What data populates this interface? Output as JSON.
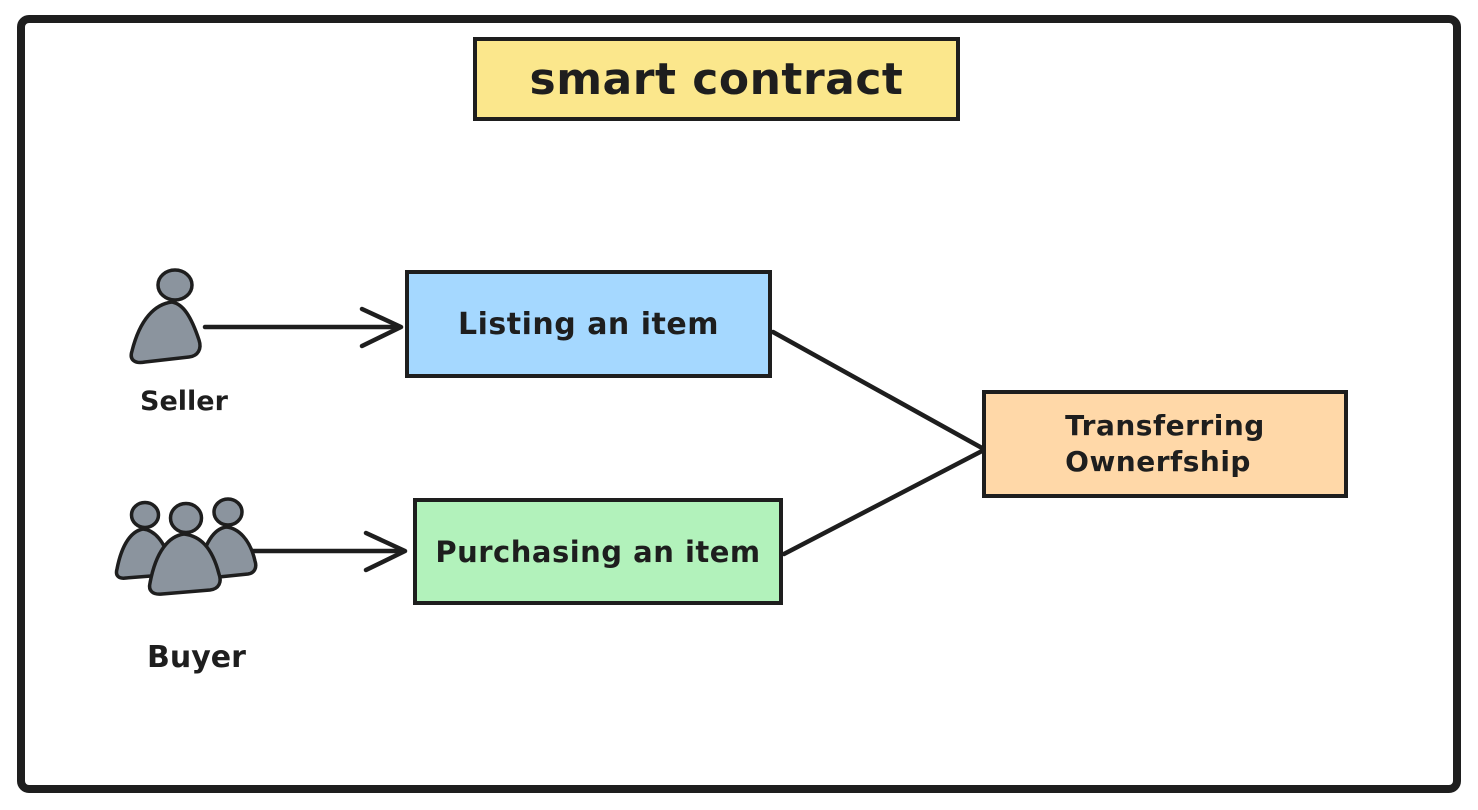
{
  "diagram": {
    "title": "smart contract",
    "actors": [
      {
        "id": "seller",
        "label": "Seller",
        "icon": "person-icon"
      },
      {
        "id": "buyer",
        "label": "Buyer",
        "icon": "people-group-icon"
      }
    ],
    "nodes": [
      {
        "id": "listing",
        "label": "Listing an item",
        "fill": "#a5d8ff"
      },
      {
        "id": "purchasing",
        "label": "Purchasing an item",
        "fill": "#b2f2bb"
      },
      {
        "id": "transferring",
        "label": "Transferring Ownerfship",
        "label_lines": [
          "Transferring",
          "Ownerfship"
        ],
        "fill": "#ffd8a8"
      }
    ],
    "edges": [
      {
        "from": "seller",
        "to": "listing",
        "arrowhead": true
      },
      {
        "from": "buyer",
        "to": "purchasing",
        "arrowhead": true
      },
      {
        "from": "listing",
        "to": "transferring",
        "arrowhead": false
      },
      {
        "from": "purchasing",
        "to": "transferring",
        "arrowhead": false
      }
    ],
    "colors": {
      "title_fill": "#fbe78c",
      "listing_fill": "#a5d8ff",
      "purchasing_fill": "#b2f2bb",
      "transferring_fill": "#ffd8a8",
      "stroke": "#1e1e1e",
      "actor_fill": "#8b949e",
      "background": "#ffffff"
    }
  }
}
